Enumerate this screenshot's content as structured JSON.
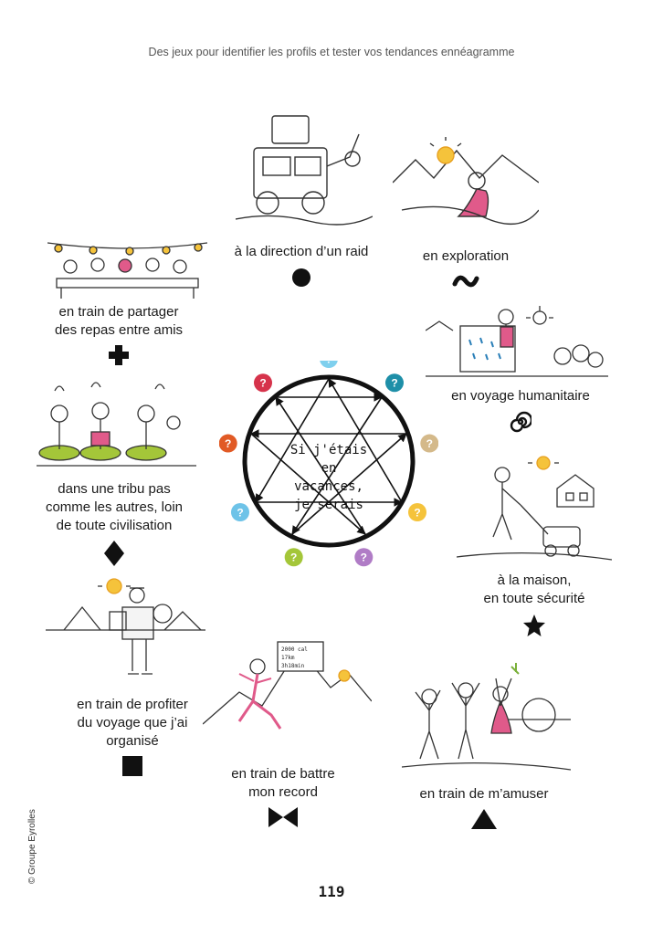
{
  "header": {
    "text": "Des jeux pour identifier les profils et tester vos tendances ennéagramme"
  },
  "center": {
    "line1": "Si j'étais",
    "line2": "en",
    "line3": "vacances,",
    "line4": "je serais",
    "question_mark": "?"
  },
  "items": [
    {
      "caption": "à la direction d’un raid",
      "symbol": "circle"
    },
    {
      "caption": "en exploration",
      "symbol": "tilde"
    },
    {
      "caption": "en train de  partager\ndes repas entre amis",
      "symbol": "cross"
    },
    {
      "caption": "en voyage humanitaire",
      "symbol": "spiral"
    },
    {
      "caption": "dans une tribu pas\ncomme les autres, loin\nde toute civilisation",
      "symbol": "diamond"
    },
    {
      "caption": "à la maison,\nen toute sécurité",
      "symbol": "star"
    },
    {
      "caption": "en train de profiter\ndu voyage que j’ai\norganisé",
      "symbol": "square"
    },
    {
      "caption": "en train de battre\nmon record",
      "symbol": "bowtie"
    },
    {
      "caption": "en train de m’amuser",
      "symbol": "triangle"
    }
  ],
  "record_sign": {
    "l1": "2000 cal",
    "l2": "17km",
    "l3": "3h18min"
  },
  "dot_colors": [
    "#7fd0ee",
    "#1e8fa8",
    "#d4b98a",
    "#f5c33b",
    "#b07cc6",
    "#a4c639",
    "#6ec3e8",
    "#e15a25",
    "#d6334b"
  ],
  "copyright": "© Groupe Eyrolles",
  "page_number": "119"
}
